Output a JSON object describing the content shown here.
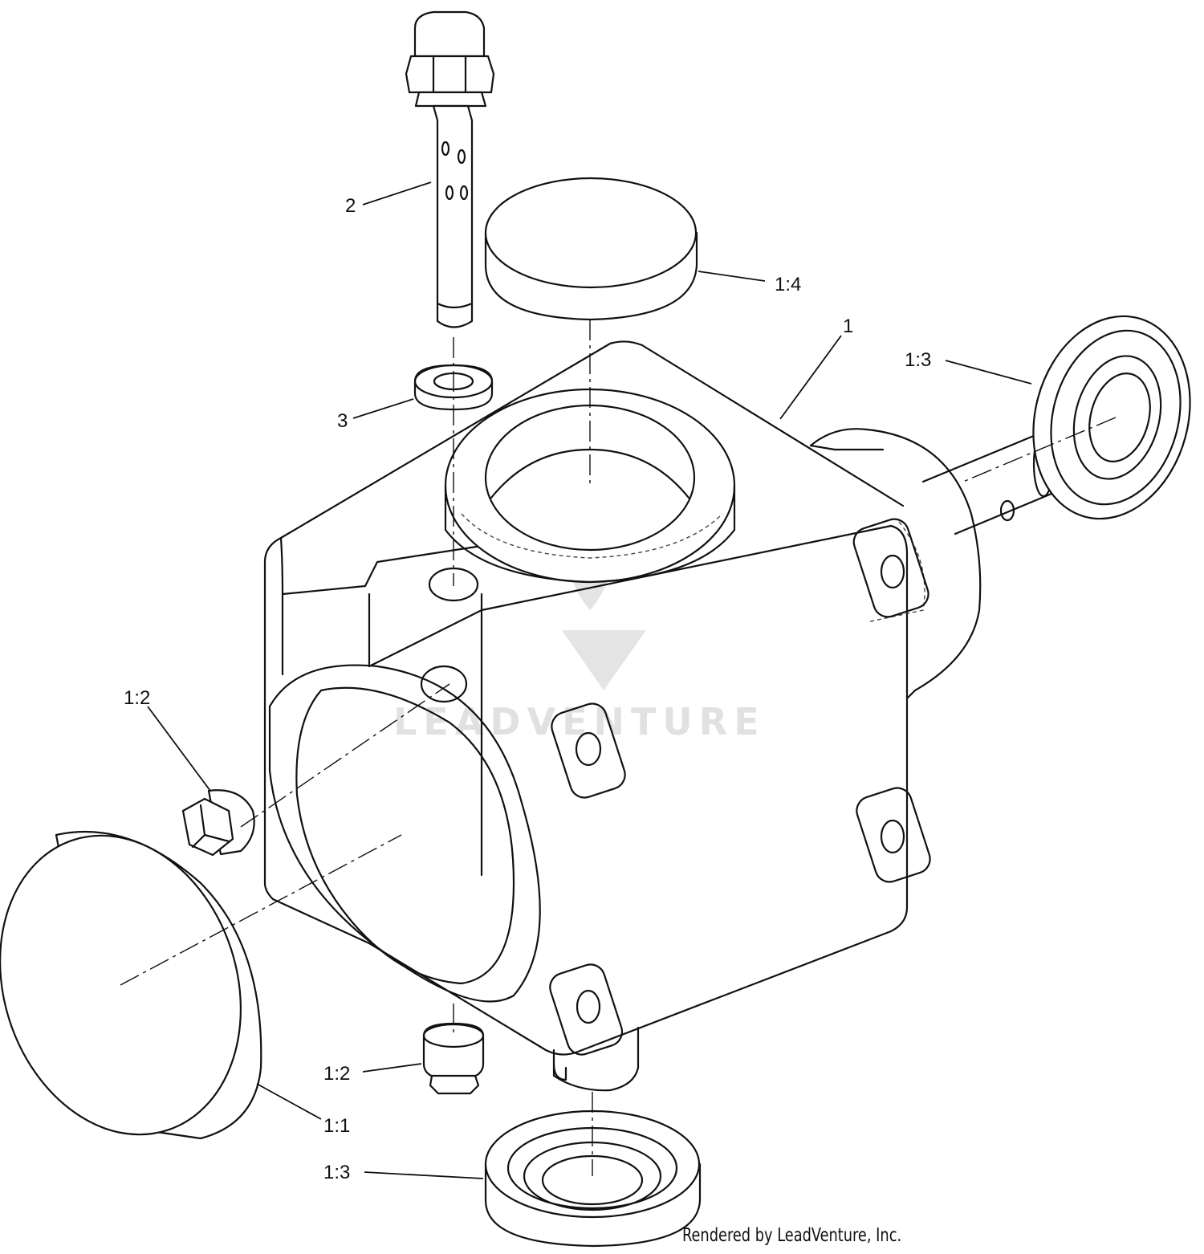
{
  "callouts": {
    "c2": "2",
    "c3": "3",
    "c1_4": "1:4",
    "c1": "1",
    "c1_3_top": "1:3",
    "c1_2_left": "1:2",
    "c1_2_bottom": "1:2",
    "c1_1": "1:1",
    "c1_3_bottom": "1:3"
  },
  "watermark": {
    "text": "LEADVENTURE"
  },
  "footer": {
    "credit": "Rendered by LeadVenture, Inc."
  }
}
